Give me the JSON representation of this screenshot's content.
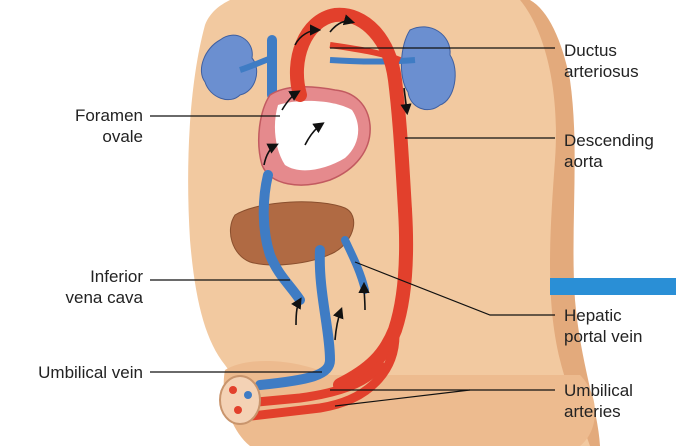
{
  "diagram": {
    "labels": {
      "ductus_arteriosus": [
        "Ductus",
        "arteriosus"
      ],
      "foramen_ovale": [
        "Foramen",
        "ovale"
      ],
      "descending_aorta": [
        "Descending",
        "aorta"
      ],
      "inferior_vena_cava": [
        "Inferior",
        "vena cava"
      ],
      "hepatic_portal_vein": [
        "Hepatic",
        "portal vein"
      ],
      "umbilical_vein": [
        "Umbilical vein"
      ],
      "umbilical_arteries": [
        "Umbilical",
        "arteries"
      ]
    },
    "colors": {
      "skin": "#f2c9a0",
      "skin_shadow": "#e3aa7c",
      "artery_red": "#e2402c",
      "vein_blue": "#3f7cc4",
      "heart_pink": "#e58a8d",
      "liver_brown": "#b06a43",
      "kidney_blue": "#6b8fd0",
      "accent_bar": "#2a8fd6"
    }
  }
}
